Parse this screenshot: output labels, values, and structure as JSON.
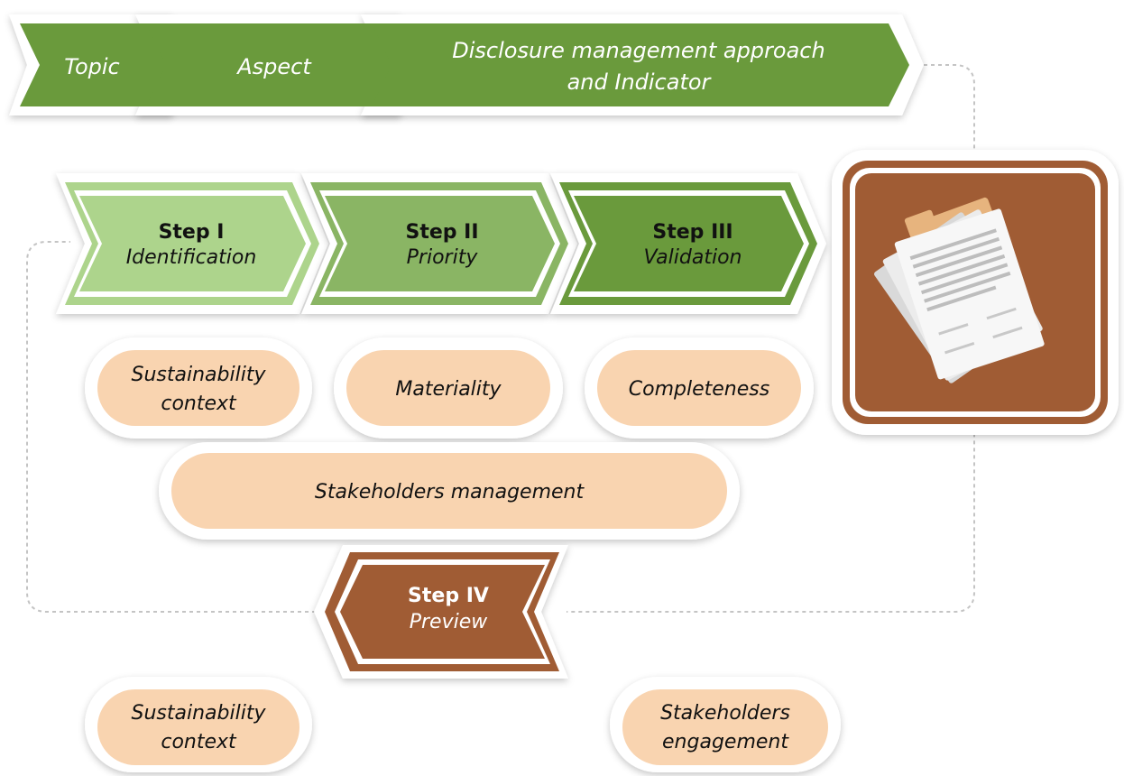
{
  "top_bar": {
    "topic": "Topic",
    "aspect": "Aspect",
    "disclosure_line1": "Disclosure management approach",
    "disclosure_line2": "and Indicator"
  },
  "steps": [
    {
      "title": "Step I",
      "subtitle": "Identification"
    },
    {
      "title": "Step II",
      "subtitle": "Priority"
    },
    {
      "title": "Step III",
      "subtitle": "Validation"
    },
    {
      "title": "Step IV",
      "subtitle": "Preview"
    }
  ],
  "principles": {
    "sustainability_context_line1": "Sustainability",
    "sustainability_context_line2": "context",
    "materiality": "Materiality",
    "completeness": "Completeness",
    "stakeholders_management": "Stakeholders management"
  },
  "bottom": {
    "sustainability_context_line1": "Sustainability",
    "sustainability_context_line2": "context",
    "stakeholders_engagement_line1": "Stakeholders",
    "stakeholders_engagement_line2": "engagement"
  },
  "colors": {
    "green_dark": "#6a9a3c",
    "green_mid": "#8ab564",
    "green_light": "#add48c",
    "brown": "#a05c34",
    "peach": "#f9d4b0",
    "dashed": "#c4c4c4"
  }
}
